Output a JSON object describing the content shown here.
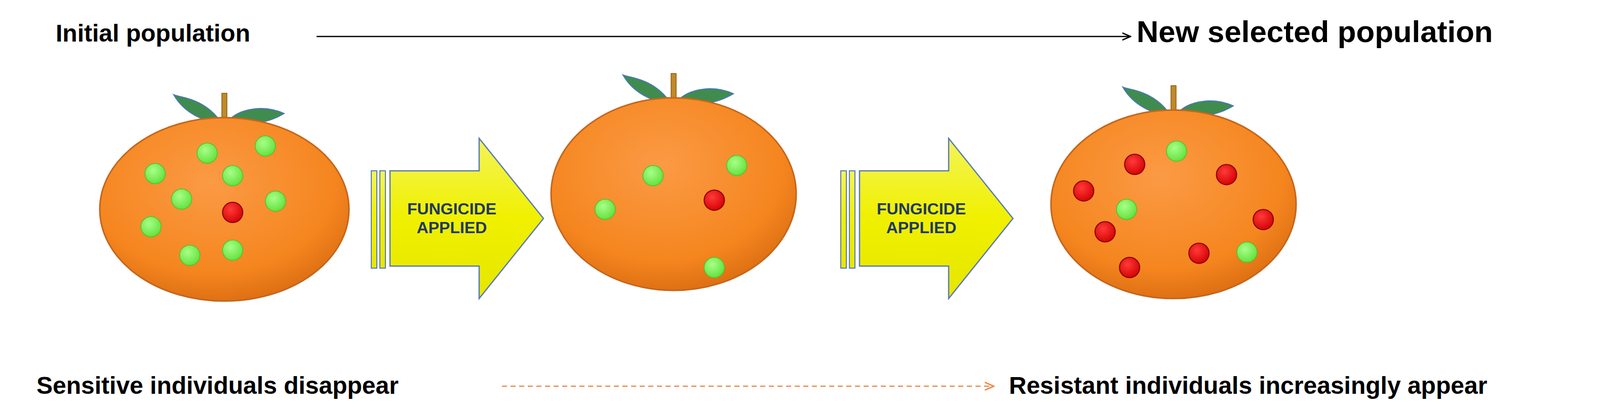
{
  "diagram": {
    "nodes": [
      {
        "text": [
          "FUNGICIDE APPLIED"
        ]
      },
      {
        "text": [
          "FUNGICIDE APPLIED"
        ]
      }
    ],
    "labels": [
      "Initial population",
      "New selected population",
      "Sensitive individuals disappear",
      "Resistant individuals increasingly appear"
    ]
  }
}
